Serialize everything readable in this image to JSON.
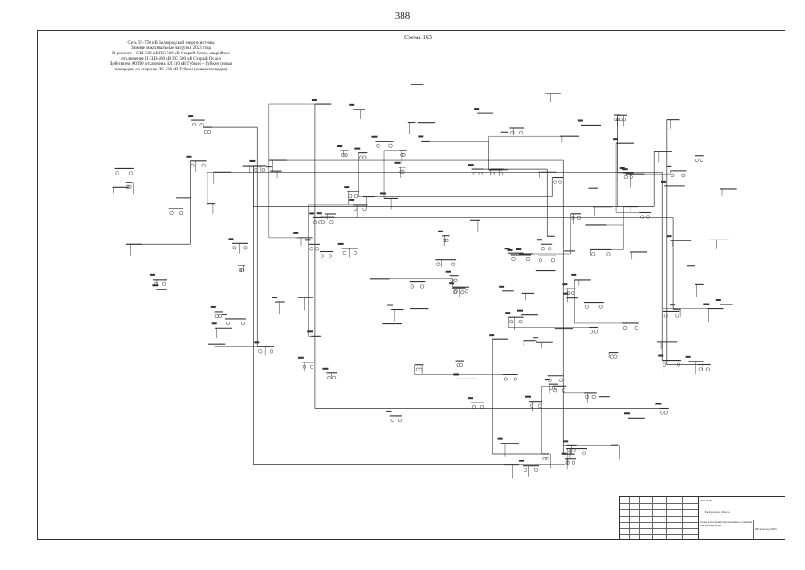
{
  "page_number": "388",
  "scheme_title": "Схема 163",
  "header_lines": [
    "Сеть 35–750 кВ Белгородской энергосистемы",
    "Зимние максимальные нагрузки 2023 года",
    "В ремонте 1 СШ-500 кВ ПС 500 кВ Старый Оскол, аварийное",
    "отключение II СШ-500 кВ ПС 500 кВ Старый Оскол",
    "Действием АОПО отключена ВЛ 110 кВ Губкин – Губкин (новая",
    "площадка) со стороны ПС 330 кВ Губкин (новая площадка)"
  ],
  "title_block": {
    "code": "2023-ДЭМ",
    "organization": "Белгородская область",
    "description": "Схема и программа перспективного развития электроэнергетики",
    "sheet_name": "ПР-Белгород-2023"
  },
  "colors": {
    "line": "#333333",
    "background": "#ffffff"
  }
}
